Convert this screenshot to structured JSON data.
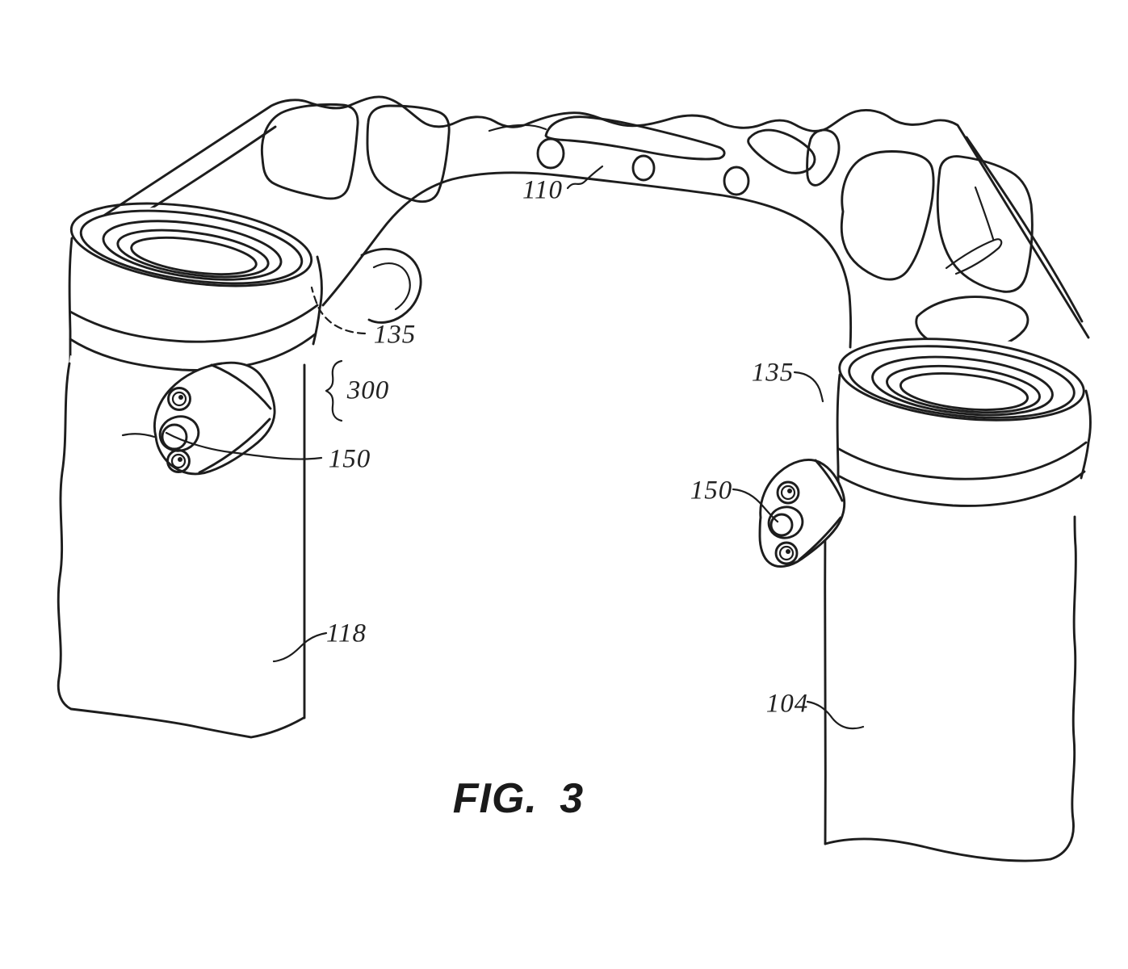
{
  "figure": {
    "caption": "FIG. 3"
  },
  "reference_labels": {
    "r110": "110",
    "r135_left": "135",
    "r300": "300",
    "r150_left": "150",
    "r118": "118",
    "r135_right": "135",
    "r150_right": "150",
    "r104": "104"
  },
  "style": {
    "ink_color": "#1d1d1d",
    "paper_color": "#ffffff"
  }
}
